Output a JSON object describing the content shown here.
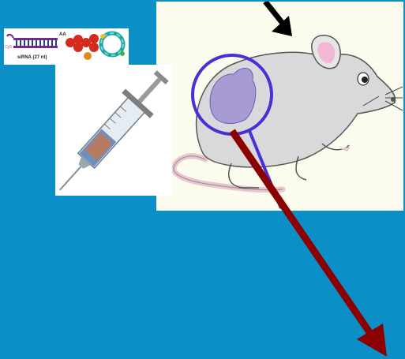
{
  "sirna_panel": {
    "label": "siRNA (27 nt)",
    "end_label": "AA",
    "dye_label": "Cy5"
  },
  "colors": {
    "background": "#0a8fc7",
    "tumor_circle": "#4b2fd6",
    "arrow": "#8b0000",
    "mouse_body": "#d9d9dc",
    "tumor_fill": "#a89ad3"
  },
  "icons": [
    "mouse-icon",
    "syringe-icon",
    "sirna-nanoparticle-icon",
    "arrow-icon"
  ]
}
